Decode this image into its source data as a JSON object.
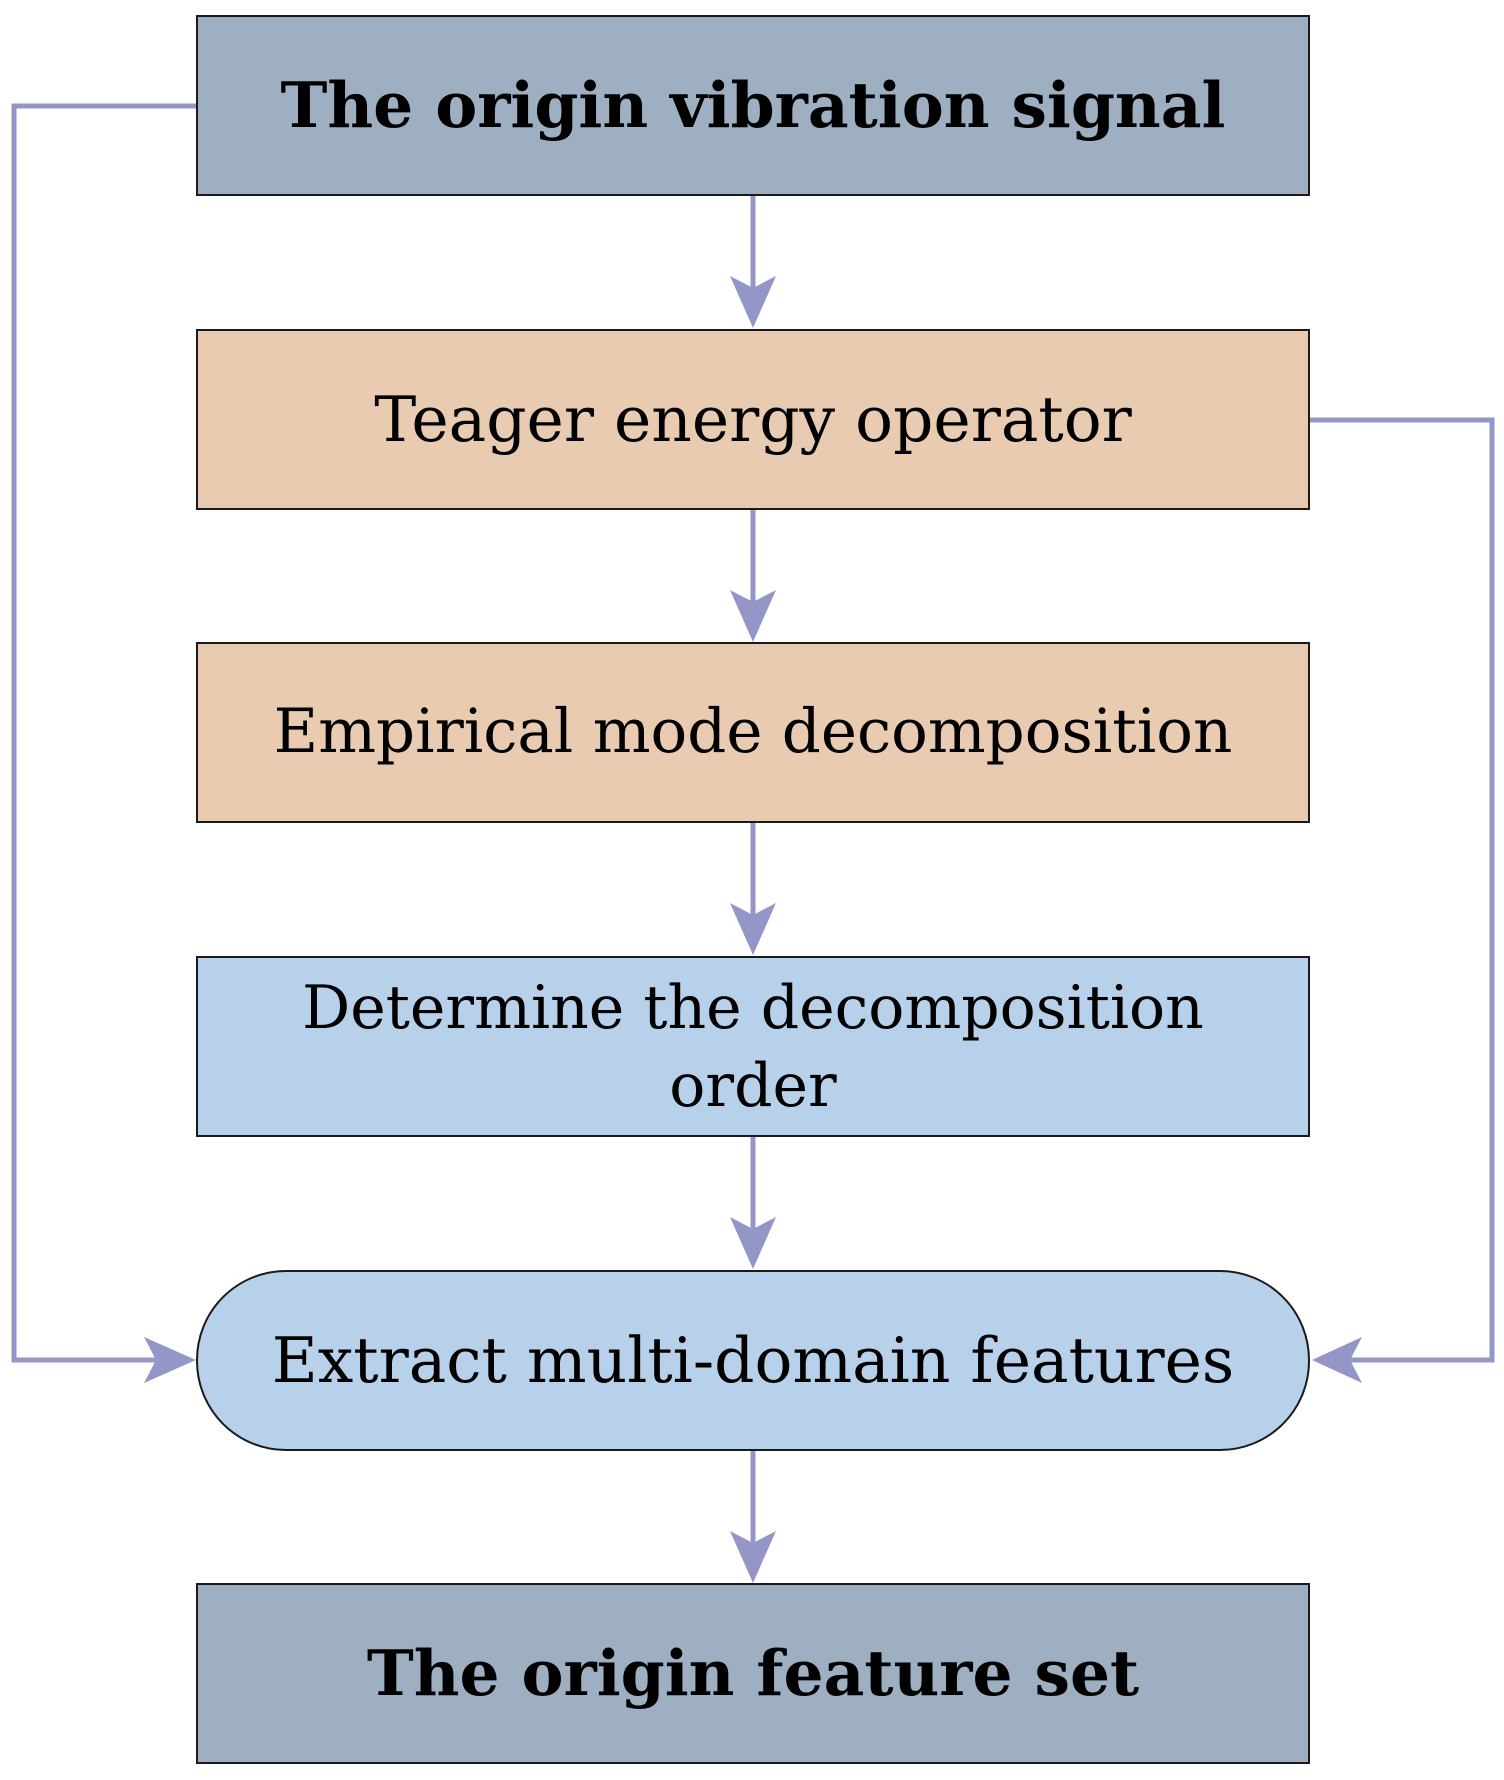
{
  "nodes": {
    "origin_signal": "The origin vibration signal",
    "teager": "Teager energy operator",
    "emd": "Empirical mode decomposition",
    "decomp_order_line1": "Determine the decomposition",
    "decomp_order_line2": "order",
    "extract": "Extract multi-domain features",
    "feature_set": "The origin feature set"
  },
  "colors": {
    "terminal_fill": "#9fafc2",
    "process_fill": "#e8cbb1",
    "analysis_fill": "#b8d1eb",
    "connector": "#9596c8",
    "border": "#1a1a1a"
  }
}
